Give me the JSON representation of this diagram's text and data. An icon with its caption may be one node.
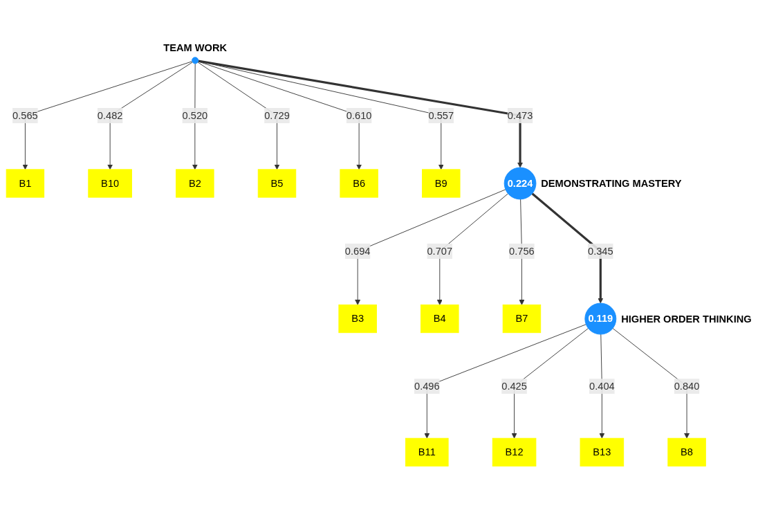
{
  "diagram": {
    "nodes": [
      {
        "text": [
          "B3"
        ]
      },
      {
        "text": [
          "B4"
        ]
      },
      {
        "text": [
          "B7"
        ]
      },
      {
        "text": [
          "0.224"
        ],
        "beside": [
          "DEMONSTRATING MASTERY"
        ]
      },
      {
        "text": [
          "B1"
        ]
      },
      {
        "text": [
          "B10"
        ]
      },
      {
        "text": [
          "B2"
        ]
      },
      {
        "text": [
          "B5"
        ]
      },
      {
        "text": [
          "B6"
        ]
      },
      {
        "text": [
          "B9"
        ]
      },
      {
        "text": [],
        "shape": "circle",
        "beside": [
          "TEAM WORK"
        ]
      },
      {
        "text": [
          "0.119"
        ],
        "beside": [
          "HIGHER ORDER THINKING"
        ]
      },
      {
        "text": [
          "B11"
        ]
      },
      {
        "text": [
          "B12"
        ]
      },
      {
        "text": [
          "B13"
        ]
      },
      {
        "text": [
          "B8"
        ]
      }
    ],
    "edges": [
      {
        "from": 3,
        "to": 0,
        "arrow": "to",
        "label": "0.694"
      },
      {
        "from": 3,
        "to": 1,
        "arrow": "to",
        "label": "0.707"
      },
      {
        "from": 3,
        "to": 2,
        "arrow": "to",
        "label": "0.756"
      },
      {
        "from": 10,
        "to": 4,
        "arrow": "to",
        "label": "0.565"
      },
      {
        "from": 10,
        "to": 5,
        "arrow": "to",
        "label": "0.482"
      },
      {
        "from": 10,
        "to": 6,
        "arrow": "to",
        "label": "0.520"
      },
      {
        "from": 10,
        "to": 7,
        "arrow": "to",
        "label": "0.729"
      },
      {
        "from": 10,
        "to": 8,
        "arrow": "to",
        "label": "0.610"
      },
      {
        "from": 10,
        "to": 9,
        "arrow": "to",
        "label": "0.557"
      },
      {
        "from": 10,
        "to": 3,
        "arrow": "to",
        "label": "0.473",
        "style": "thick"
      },
      {
        "from": 3,
        "to": 11,
        "arrow": "to",
        "label": "0.345",
        "style": "thick"
      },
      {
        "from": 11,
        "to": 12,
        "arrow": "to",
        "label": "0.496"
      },
      {
        "from": 11,
        "to": 13,
        "arrow": "to",
        "label": "0.425"
      },
      {
        "from": 11,
        "to": 14,
        "arrow": "to",
        "label": "0.404"
      },
      {
        "from": 11,
        "to": 15,
        "arrow": "to",
        "label": "0.840"
      }
    ]
  }
}
